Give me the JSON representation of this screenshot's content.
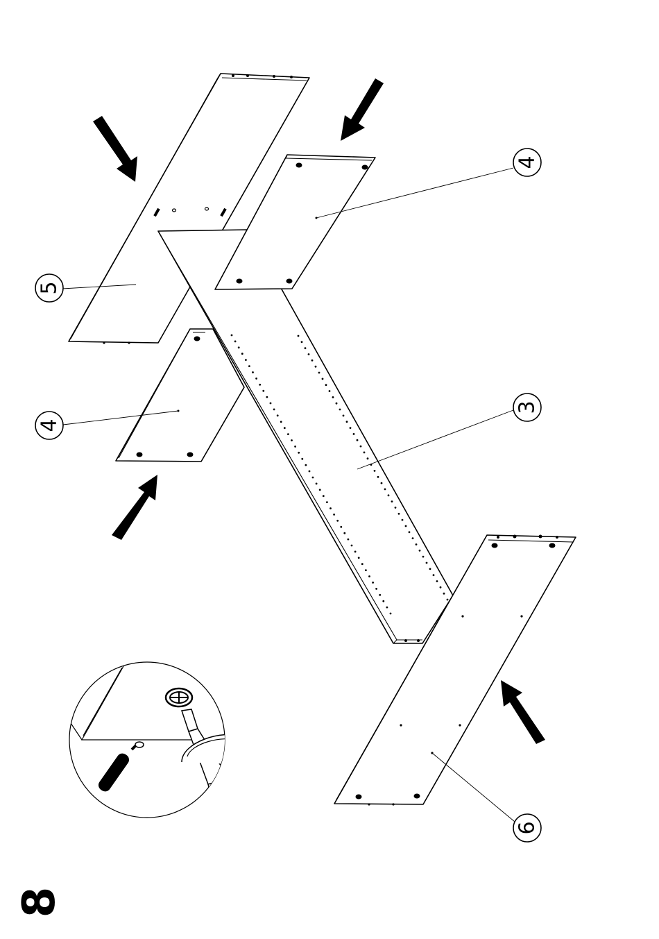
{
  "step_number": "8",
  "callouts": [
    {
      "id": "callout-4-top",
      "text": "4"
    },
    {
      "id": "callout-5",
      "text": "5"
    },
    {
      "id": "callout-4-left",
      "text": "4"
    },
    {
      "id": "callout-3",
      "text": "3"
    },
    {
      "id": "callout-6",
      "text": "6"
    }
  ]
}
